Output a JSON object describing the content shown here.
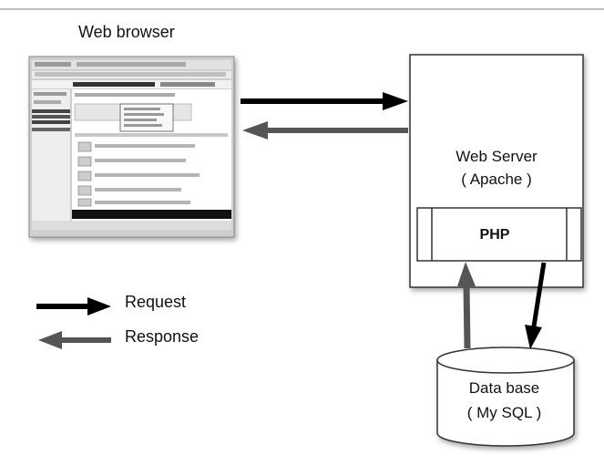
{
  "browser": {
    "title": "Web browser"
  },
  "server": {
    "name": "Web Server",
    "software": "( Apache )",
    "module": "PHP"
  },
  "database": {
    "name": "Data base",
    "software": "( My SQL )"
  },
  "legend": {
    "request_label": "Request",
    "response_label": "Response"
  },
  "colors": {
    "request_arrow": "#000000",
    "response_arrow": "#555555",
    "outline": "#333333",
    "header_rule": "#aaaaaa"
  }
}
